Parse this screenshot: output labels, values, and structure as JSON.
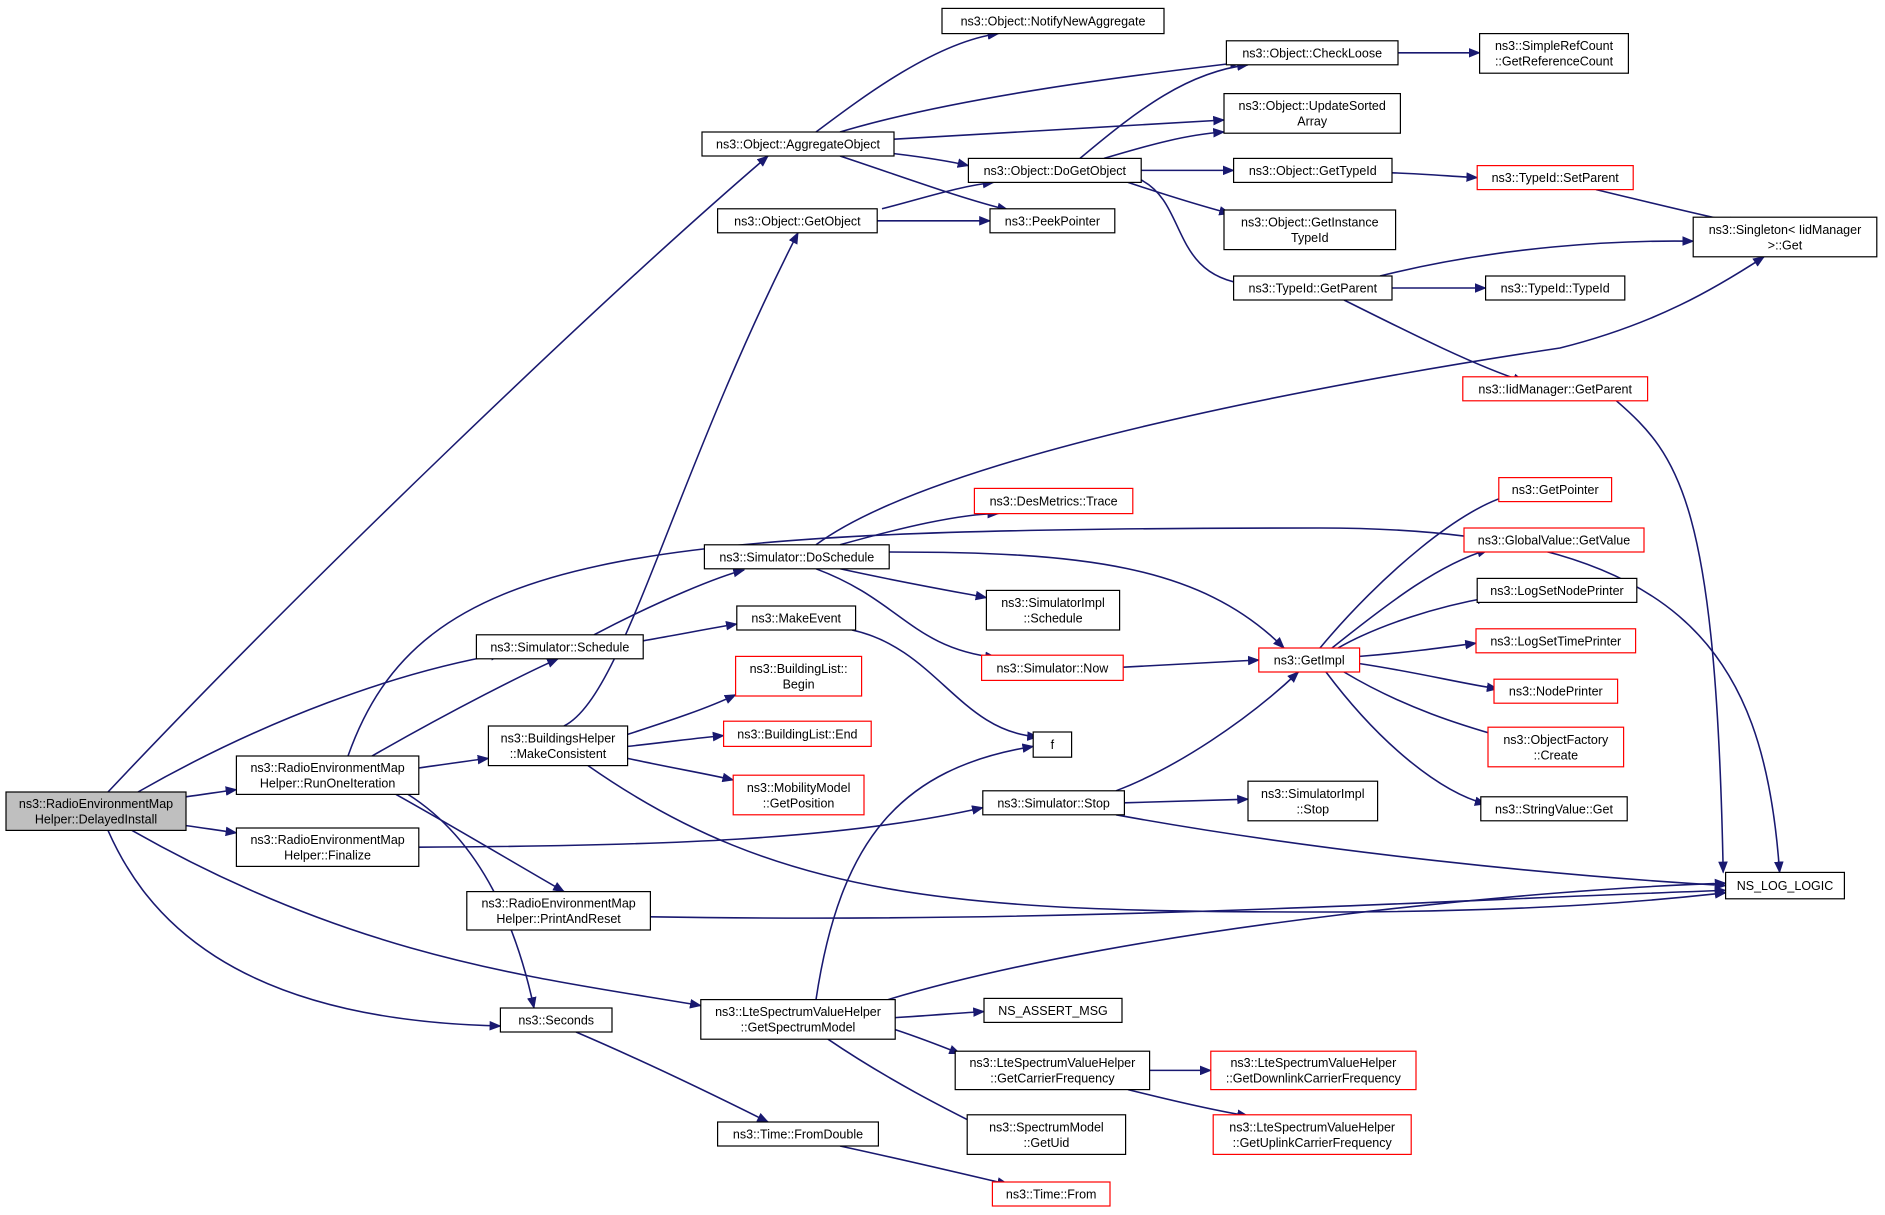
{
  "nodes": [
    {
      "id": "root",
      "lines": [
        "ns3::RadioEnvironmentMap",
        "Helper::DelayedInstall"
      ],
      "variant": "root"
    },
    {
      "id": "aggregate",
      "lines": [
        "ns3::Object::AggregateObject"
      ],
      "variant": "normal"
    },
    {
      "id": "notify",
      "lines": [
        "ns3::Object::NotifyNewAggregate"
      ],
      "variant": "normal"
    },
    {
      "id": "checkloose",
      "lines": [
        "ns3::Object::CheckLoose"
      ],
      "variant": "normal"
    },
    {
      "id": "refcount",
      "lines": [
        "ns3::SimpleRefCount",
        "::GetReferenceCount"
      ],
      "variant": "normal"
    },
    {
      "id": "updatesorted",
      "lines": [
        "ns3::Object::UpdateSorted",
        "Array"
      ],
      "variant": "normal"
    },
    {
      "id": "dogetobject",
      "lines": [
        "ns3::Object::DoGetObject"
      ],
      "variant": "normal"
    },
    {
      "id": "getobject",
      "lines": [
        "ns3::Object::GetObject"
      ],
      "variant": "normal"
    },
    {
      "id": "peekpointer",
      "lines": [
        "ns3::PeekPointer"
      ],
      "variant": "normal"
    },
    {
      "id": "gettypeid",
      "lines": [
        "ns3::Object::GetTypeId"
      ],
      "variant": "normal"
    },
    {
      "id": "setparent",
      "lines": [
        "ns3::TypeId::SetParent"
      ],
      "variant": "red"
    },
    {
      "id": "singleton",
      "lines": [
        "ns3::Singleton< IidManager",
        "  >::Get"
      ],
      "variant": "normal"
    },
    {
      "id": "getinstance",
      "lines": [
        "ns3::Object::GetInstance",
        "TypeId"
      ],
      "variant": "normal"
    },
    {
      "id": "typeidgetparent",
      "lines": [
        "ns3::TypeId::GetParent"
      ],
      "variant": "normal"
    },
    {
      "id": "typeidtypeid",
      "lines": [
        "ns3::TypeId::TypeId"
      ],
      "variant": "normal"
    },
    {
      "id": "iidgetparent",
      "lines": [
        "ns3::IidManager::GetParent"
      ],
      "variant": "red"
    },
    {
      "id": "destrace",
      "lines": [
        "ns3::DesMetrics::Trace"
      ],
      "variant": "red"
    },
    {
      "id": "getpointer",
      "lines": [
        "ns3::GetPointer"
      ],
      "variant": "red"
    },
    {
      "id": "globalvalue",
      "lines": [
        "ns3::GlobalValue::GetValue"
      ],
      "variant": "red"
    },
    {
      "id": "doschedule",
      "lines": [
        "ns3::Simulator::DoSchedule"
      ],
      "variant": "normal"
    },
    {
      "id": "logsetnode",
      "lines": [
        "ns3::LogSetNodePrinter"
      ],
      "variant": "normal"
    },
    {
      "id": "simimplschedule",
      "lines": [
        "ns3::SimulatorImpl",
        "::Schedule"
      ],
      "variant": "normal"
    },
    {
      "id": "makeevent",
      "lines": [
        "ns3::MakeEvent"
      ],
      "variant": "normal"
    },
    {
      "id": "schedule",
      "lines": [
        "ns3::Simulator::Schedule"
      ],
      "variant": "normal"
    },
    {
      "id": "simnow",
      "lines": [
        "ns3::Simulator::Now"
      ],
      "variant": "red"
    },
    {
      "id": "getimpl",
      "lines": [
        "ns3::GetImpl"
      ],
      "variant": "red"
    },
    {
      "id": "logsettime",
      "lines": [
        "ns3::LogSetTimePrinter"
      ],
      "variant": "red"
    },
    {
      "id": "buildbegin",
      "lines": [
        "ns3::BuildingList::",
        "Begin"
      ],
      "variant": "red"
    },
    {
      "id": "nodeprinter",
      "lines": [
        "ns3::NodePrinter"
      ],
      "variant": "red"
    },
    {
      "id": "buildend",
      "lines": [
        "ns3::BuildingList::End"
      ],
      "variant": "red"
    },
    {
      "id": "f",
      "lines": [
        "f"
      ],
      "variant": "normal"
    },
    {
      "id": "objfactory",
      "lines": [
        "ns3::ObjectFactory",
        "::Create"
      ],
      "variant": "red"
    },
    {
      "id": "runone",
      "lines": [
        "ns3::RadioEnvironmentMap",
        "Helper::RunOneIteration"
      ],
      "variant": "normal"
    },
    {
      "id": "makeconsistent",
      "lines": [
        "ns3::BuildingsHelper",
        "::MakeConsistent"
      ],
      "variant": "normal"
    },
    {
      "id": "mobility",
      "lines": [
        "ns3::MobilityModel",
        "::GetPosition"
      ],
      "variant": "red"
    },
    {
      "id": "simstop",
      "lines": [
        "ns3::Simulator::Stop"
      ],
      "variant": "normal"
    },
    {
      "id": "simimplstop",
      "lines": [
        "ns3::SimulatorImpl",
        "::Stop"
      ],
      "variant": "normal"
    },
    {
      "id": "stringvalue",
      "lines": [
        "ns3::StringValue::Get"
      ],
      "variant": "normal"
    },
    {
      "id": "finalize",
      "lines": [
        "ns3::RadioEnvironmentMap",
        "Helper::Finalize"
      ],
      "variant": "normal"
    },
    {
      "id": "nslog",
      "lines": [
        "NS_LOG_LOGIC"
      ],
      "variant": "normal"
    },
    {
      "id": "printandreset",
      "lines": [
        "ns3::RadioEnvironmentMap",
        "Helper::PrintAndReset"
      ],
      "variant": "normal"
    },
    {
      "id": "getspectrum",
      "lines": [
        "ns3::LteSpectrumValueHelper",
        "::GetSpectrumModel"
      ],
      "variant": "normal"
    },
    {
      "id": "nsassert",
      "lines": [
        "NS_ASSERT_MSG"
      ],
      "variant": "normal"
    },
    {
      "id": "seconds",
      "lines": [
        "ns3::Seconds"
      ],
      "variant": "normal"
    },
    {
      "id": "getcarrier",
      "lines": [
        "ns3::LteSpectrumValueHelper",
        "::GetCarrierFrequency"
      ],
      "variant": "normal"
    },
    {
      "id": "getdownlink",
      "lines": [
        "ns3::LteSpectrumValueHelper",
        "::GetDownlinkCarrierFrequency"
      ],
      "variant": "red"
    },
    {
      "id": "getuid",
      "lines": [
        "ns3::SpectrumModel",
        "::GetUid"
      ],
      "variant": "normal"
    },
    {
      "id": "getuplink",
      "lines": [
        "ns3::LteSpectrumValueHelper",
        "::GetUplinkCarrierFrequency"
      ],
      "variant": "red"
    },
    {
      "id": "fromdouble",
      "lines": [
        "ns3::Time::FromDouble"
      ],
      "variant": "normal"
    },
    {
      "id": "timefrom",
      "lines": [
        "ns3::Time::From"
      ],
      "variant": "red"
    }
  ],
  "colors": {
    "edge": "#191970",
    "box": "#000000",
    "red_box": "#ff0000",
    "root_fill": "#bfbfbf"
  }
}
